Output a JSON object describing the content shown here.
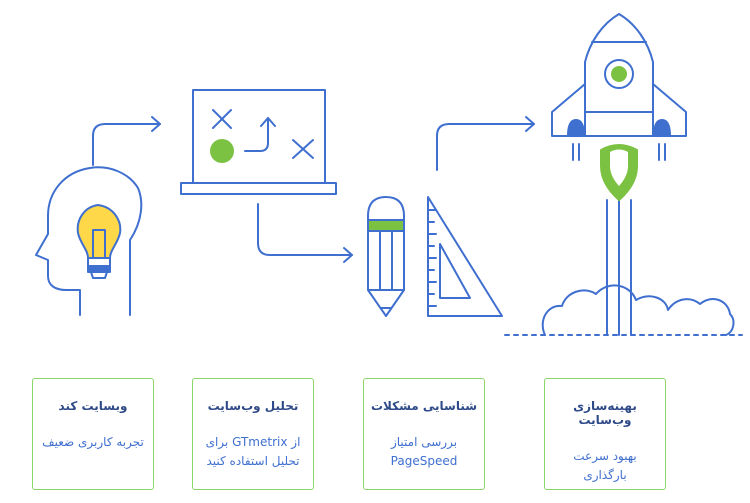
{
  "colors": {
    "line": "#3f6fcf",
    "green": "#7cc242",
    "yellow": "#ffd84a",
    "card_border": "#8bd56a",
    "title": "#2f4a88"
  },
  "icons": [
    "head-with-lightbulb-icon",
    "board-with-strategy-icon",
    "pencil-icon",
    "set-square-icon",
    "rocket-icon",
    "cloud-icon"
  ],
  "steps": [
    {
      "title": "وبسایت کند",
      "desc": "تجربه کاربری ضعیف"
    },
    {
      "title": "تحلیل وب‌سایت",
      "desc": "از GTmetrix برای تحلیل استفاده کنید"
    },
    {
      "title": "شناسایی مشکلات",
      "desc": "بررسی امتیاز PageSpeed"
    },
    {
      "title": "بهینه‌سازی وب‌سایت",
      "desc": "بهبود سرعت بارگذاری"
    }
  ]
}
